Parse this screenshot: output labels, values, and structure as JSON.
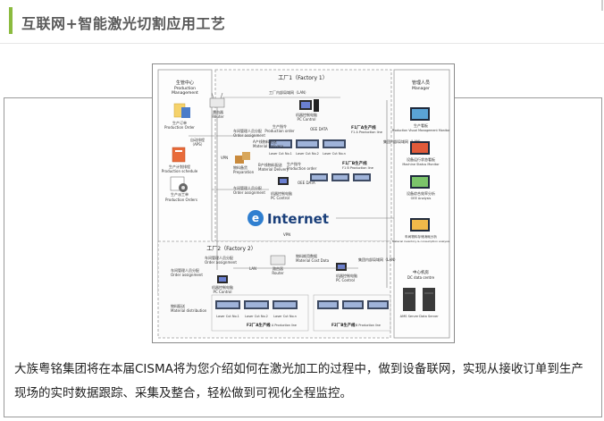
{
  "header": {
    "title": "互联网+智能激光切割应用工艺",
    "accent_color": "#8bbb3f"
  },
  "figure": {
    "left_panel": {
      "title_cn": "生管中心",
      "title_en1": "Production",
      "title_en2": "Management",
      "items": [
        {
          "icon": "production-order-icon",
          "cn": "生产订单",
          "en": "Production Order"
        },
        {
          "icon": "aps-icon",
          "cn": "自动排程",
          "en": "（APS）"
        },
        {
          "icon": "schedule-icon",
          "cn": "生产计划排程",
          "en": "Production schedule"
        },
        {
          "icon": "work-order-icon",
          "cn": "生产派工单",
          "en": "Production  Orders"
        }
      ]
    },
    "factory1": {
      "title": "工厂1（Factory 1）",
      "lan_label": "工厂内部局域网（LAN）",
      "router_label_cn": "路由器",
      "router_label_en": "Router",
      "pc_cn": "机器控制电脑",
      "pc_en": "PC Control",
      "production_order_cn": "生产指令",
      "production_order_en": "Production order",
      "oee_data": "OEE DATA",
      "line_a_cn": "F1厂A生产线",
      "line_a_en": "F1 A Production line",
      "line_b_cn": "F1厂B生产线",
      "line_b_en": "F1 B Production line",
      "order_assign_cn": "车间管理人员分配",
      "order_assign_en": "Order assignment",
      "material_delivery_cn": "A产线物料配送",
      "material_delivery_en": "Material Delivery",
      "b_material_cn": "B产线物料配送",
      "b_material_en": "Material Delivery",
      "prep_cn": "物料备货",
      "prep_en": "Preparation",
      "order_assign2_cn": "车间管理人员分配",
      "order_assign2_en": "Order assignment",
      "pc2_cn": "机器控制电脑",
      "pc2_en": "PC Control",
      "production_order2_cn": "生产指令",
      "production_order2_en": "Production order",
      "oee_data2": "OEE DATA",
      "lasers": [
        "Laser Cut No.1",
        "Laser Cut No.2",
        "Laser Cut No.n"
      ],
      "vpn": "VPN"
    },
    "internet": {
      "label": "Internet",
      "vpn": "VPN"
    },
    "right_panel": {
      "title_cn": "管理人员",
      "title_en": "Manager",
      "lan_cn": "集团内部局域网（LAN）",
      "items": [
        {
          "icon": "monitor-icon",
          "cn": "生产看板",
          "en": "Production Visual Management Monitor"
        },
        {
          "icon": "status-icon",
          "cn": "设备运行状态看板",
          "en": "Machine Status Monitor"
        },
        {
          "icon": "oee-icon",
          "cn": "设备综合效率分析",
          "en": "OEE Analysis"
        },
        {
          "icon": "inventory-icon",
          "cn": "车间物料存储消耗分析",
          "en": "Material inventory & consumption analysis"
        }
      ],
      "dc_cn": "中心机房",
      "dc_en": "DC data centre",
      "ams": "AMS Server",
      "data_server": "Data Server"
    },
    "factory2": {
      "title": "工厂2（Factory 2）",
      "order_assign_cn": "车间管理人员分配",
      "order_assign_en": "Order assignment",
      "order_assign2_cn": "车间管理人员分配",
      "order_assign2_en": "Order assignment",
      "material_cost_cn": "物料耗用数据",
      "material_cost_en": "Material Cost Data",
      "router_cn": "路由器",
      "router_en": "Router",
      "lan": "LAN",
      "pc_cn": "机器控制电脑",
      "pc_en": "PC Control",
      "pc2_cn": "机器控制电脑",
      "pc2_en": "PC Control",
      "distribution_cn": "物料配送",
      "distribution_en": "Material distribution",
      "lasers": [
        "Laser Cut No.1",
        "Laser Cut No.2",
        "Laser Cut No.n"
      ],
      "line_a_cn": "F2厂A生产线",
      "line_a_en": "F2 A Production line",
      "line_b_cn": "F2厂B生产线",
      "line_b_en": "F2 B Production line",
      "lan2": "集团内部局域网（LAN）"
    }
  },
  "caption": "大族粤铭集团将在本届CISMA将为您介绍如何在激光加工的过程中，做到设备联网，实现从接收订单到生产现场的实时数据跟踪、采集及整合，轻松做到可视化全程监控。"
}
